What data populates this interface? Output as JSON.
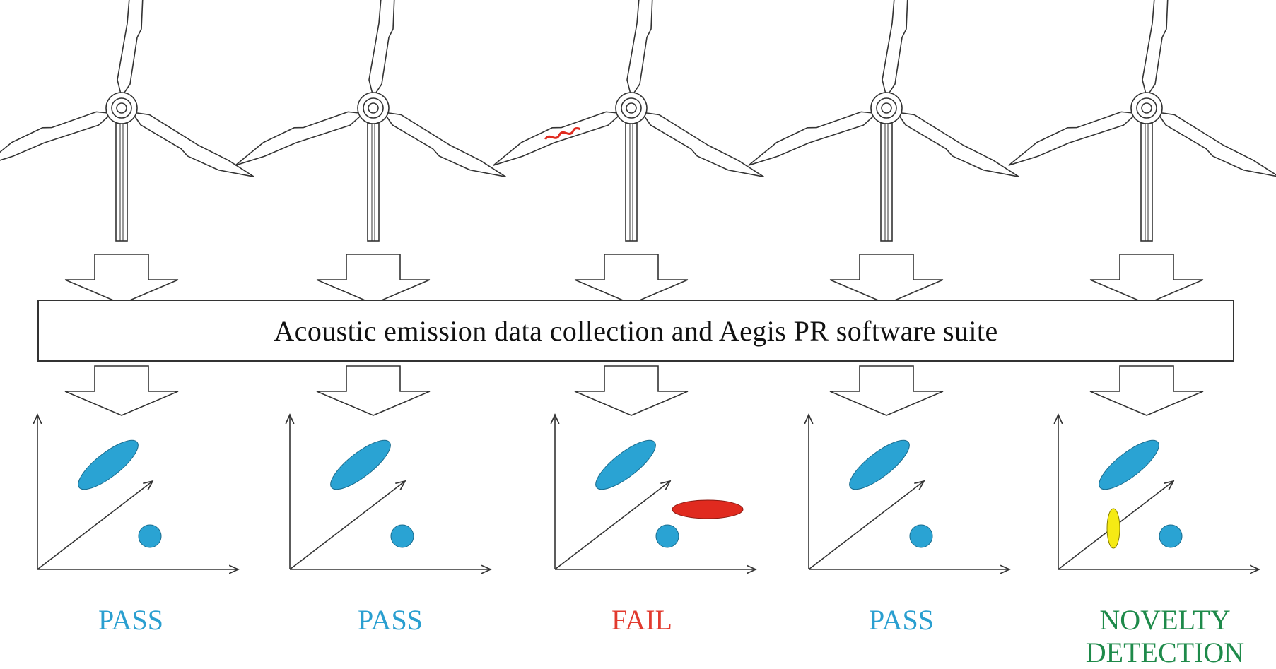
{
  "process_box": {
    "label": "Acoustic emission data collection and Aegis PR software suite"
  },
  "columns": [
    {
      "result": "PASS",
      "result_color": "#2a9fd0",
      "blade_damage": false,
      "cluster_state": "normal"
    },
    {
      "result": "PASS",
      "result_color": "#2a9fd0",
      "blade_damage": false,
      "cluster_state": "normal"
    },
    {
      "result": "FAIL",
      "result_color": "#e23a2e",
      "blade_damage": true,
      "cluster_state": "fault"
    },
    {
      "result": "PASS",
      "result_color": "#2a9fd0",
      "blade_damage": false,
      "cluster_state": "normal"
    },
    {
      "result": "NOVELTY DETECTION",
      "result_color": "#1e8a4a",
      "blade_damage": false,
      "cluster_state": "novel"
    }
  ],
  "colors": {
    "normal_cluster": "#2aa3d3",
    "fault_cluster": "#e02a1f",
    "novel_cluster": "#f5ea14",
    "damage_mark": "#e02a1f",
    "outline": "#333333"
  }
}
